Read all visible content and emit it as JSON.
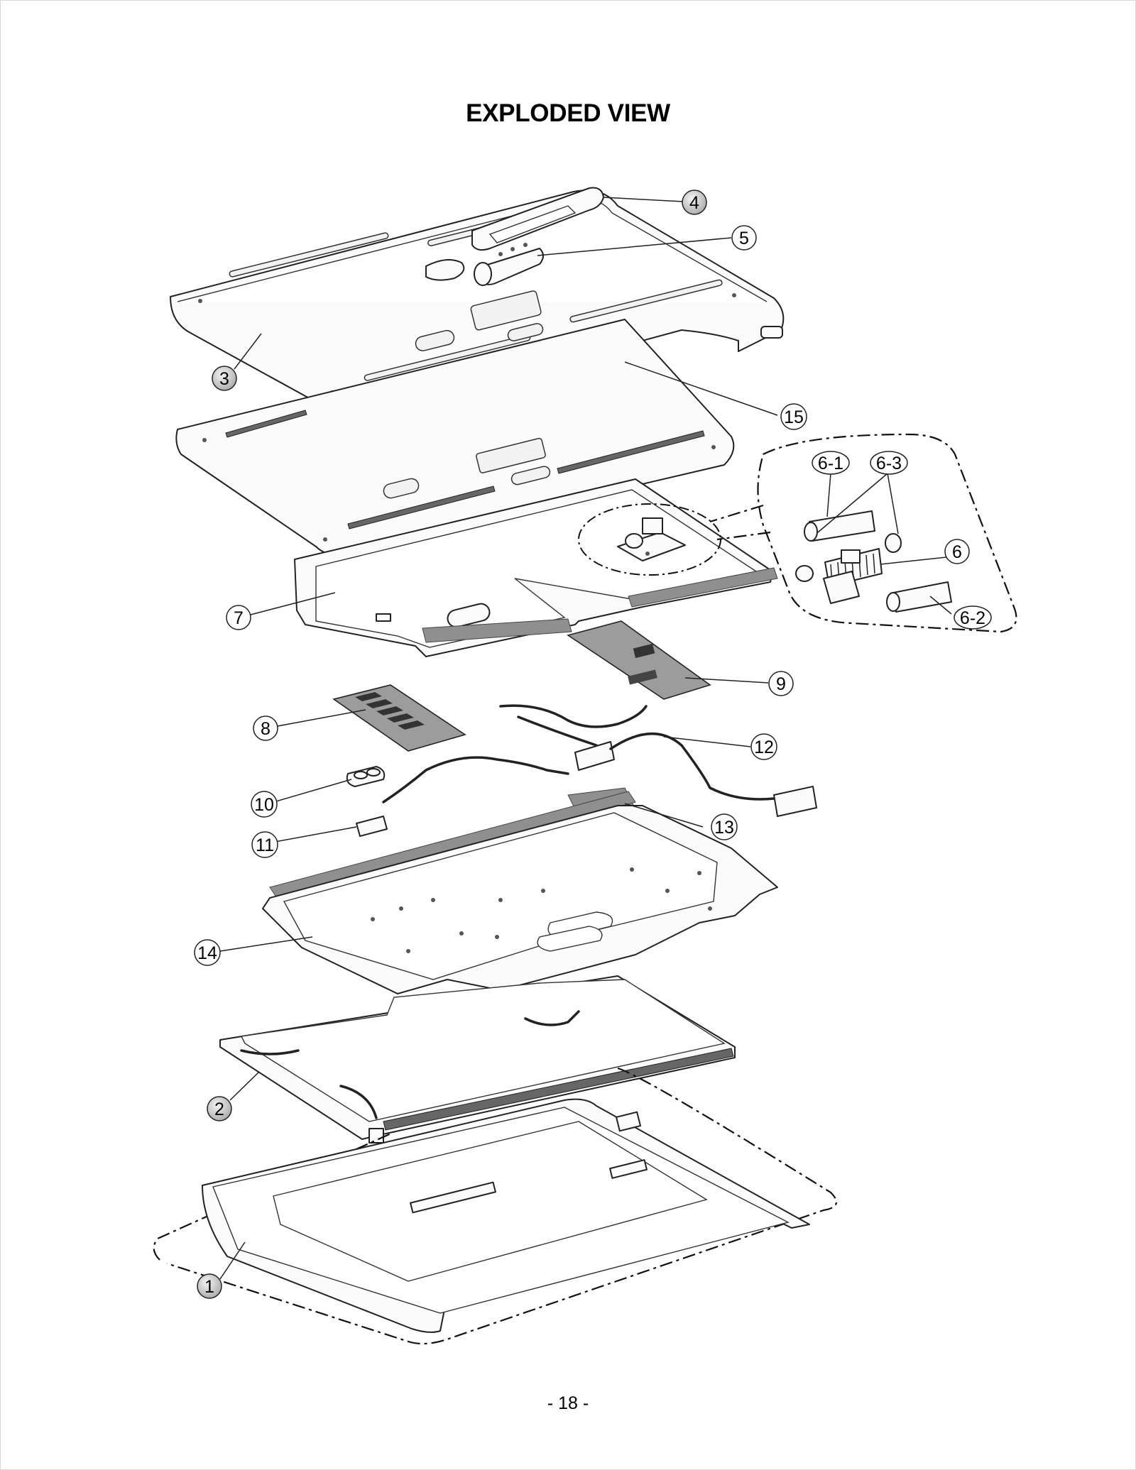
{
  "title": "EXPLODED VIEW",
  "page_number": "- 18 -",
  "callouts": [
    {
      "id": "4",
      "label": "4",
      "style": "shaded"
    },
    {
      "id": "5",
      "label": "5",
      "style": "plain"
    },
    {
      "id": "3",
      "label": "3",
      "style": "shaded"
    },
    {
      "id": "15",
      "label": "15",
      "style": "plain"
    },
    {
      "id": "6-1",
      "label": "6-1",
      "style": "oval"
    },
    {
      "id": "6-3",
      "label": "6-3",
      "style": "oval"
    },
    {
      "id": "6",
      "label": "6",
      "style": "plain"
    },
    {
      "id": "6-2",
      "label": "6-2",
      "style": "oval"
    },
    {
      "id": "7",
      "label": "7",
      "style": "plain"
    },
    {
      "id": "9",
      "label": "9",
      "style": "plain"
    },
    {
      "id": "8",
      "label": "8",
      "style": "plain"
    },
    {
      "id": "12",
      "label": "12",
      "style": "plain"
    },
    {
      "id": "10",
      "label": "10",
      "style": "plain"
    },
    {
      "id": "13",
      "label": "13",
      "style": "plain"
    },
    {
      "id": "11",
      "label": "11",
      "style": "plain"
    },
    {
      "id": "14",
      "label": "14",
      "style": "plain"
    },
    {
      "id": "2",
      "label": "2",
      "style": "shaded"
    },
    {
      "id": "1",
      "label": "1",
      "style": "shaded"
    }
  ],
  "colors": {
    "line": "#222222",
    "shade": "#bdbdbd",
    "board": "#9c9c9c"
  }
}
